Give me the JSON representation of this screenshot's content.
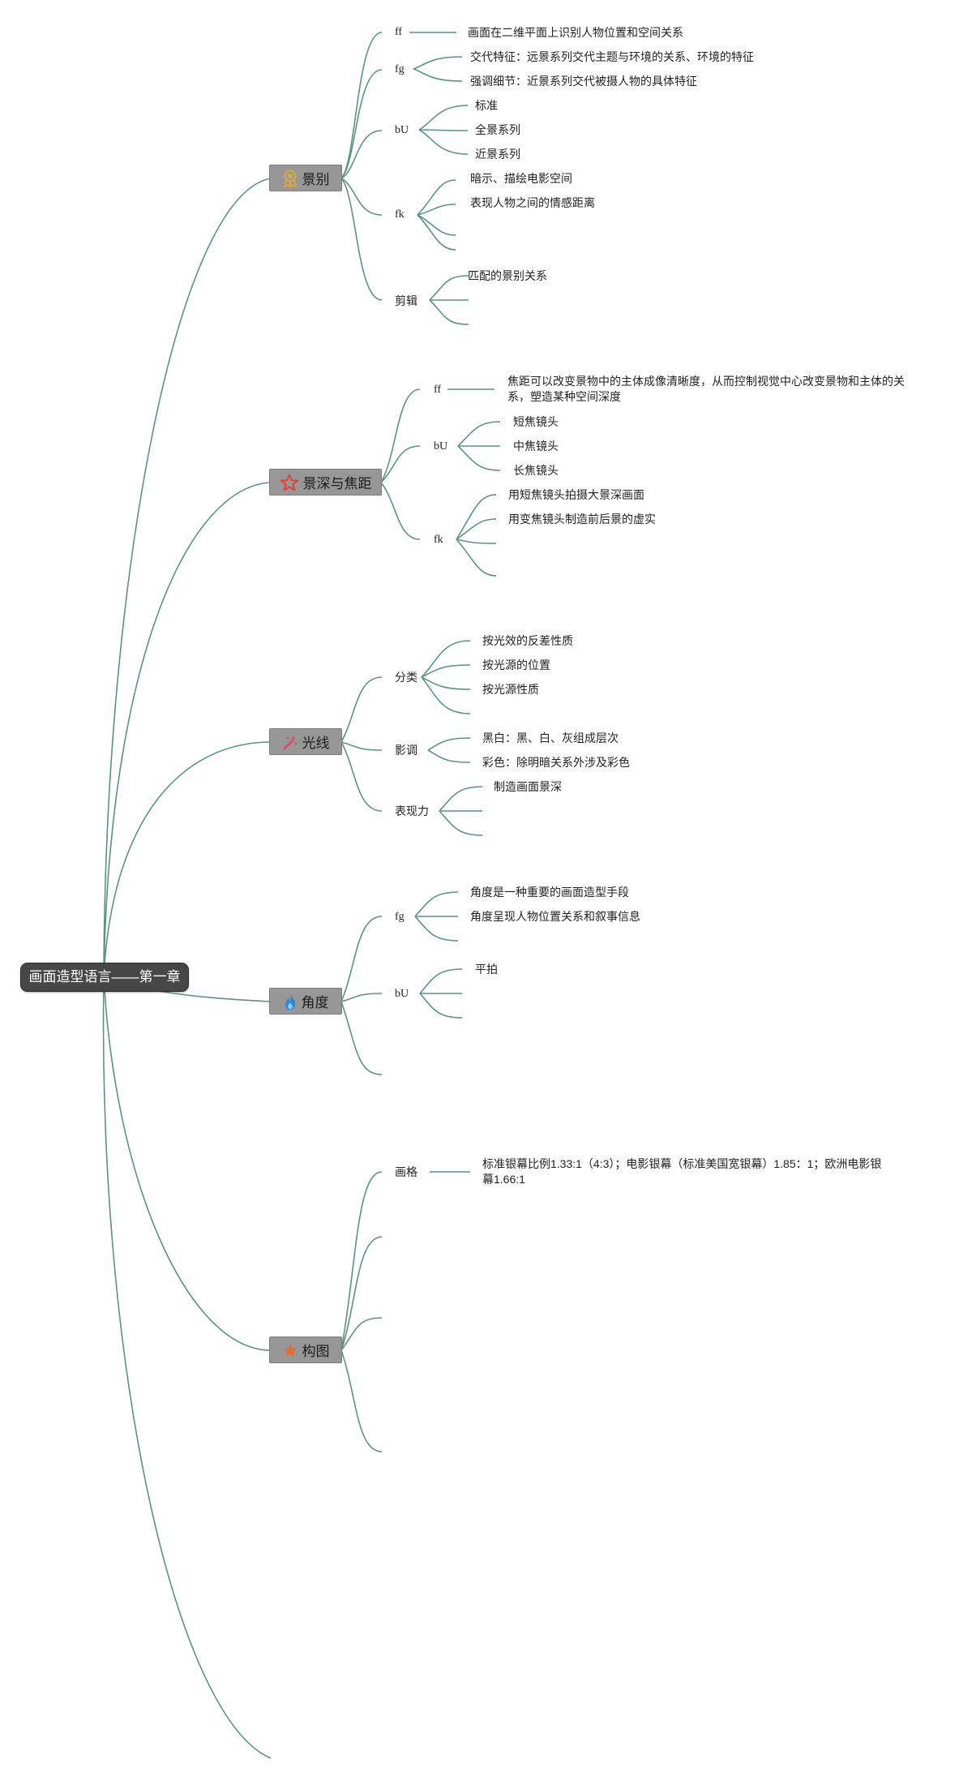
{
  "root": "画面造型语言——第一章",
  "topics": {
    "t1": {
      "label": "景别",
      "icon": "award-badge-icon",
      "icon_color": "#e2a93a"
    },
    "t2": {
      "label": "景深与焦距",
      "icon": "star-outline-icon",
      "icon_color": "#e0403a"
    },
    "t3": {
      "label": "光线",
      "icon": "magic-wand-icon",
      "icon_color": "#e0406e"
    },
    "t4": {
      "label": "角度",
      "icon": "flame-icon",
      "icon_color": "#2a86d8"
    },
    "t5": {
      "label": "构图",
      "icon": "star-filled-icon",
      "icon_color": "#e8692e"
    }
  },
  "t1": {
    "ff": {
      "label": "ff",
      "items": [
        "画面在二维平面上识别人物位置和空间关系"
      ]
    },
    "fg": {
      "label": "fg",
      "items": [
        "交代特征：远景系列交代主题与环境的关系、环境的特征",
        "强调细节：近景系列交代被摄人物的具体特征"
      ]
    },
    "bU": {
      "label": "bU",
      "items": [
        "标准",
        "全景系列",
        "近景系列"
      ]
    },
    "fk": {
      "label": "fk",
      "items": [
        "暗示、描绘电影空间",
        "表现人物之间的情感距离"
      ]
    },
    "edit": {
      "label": "剪辑",
      "items": [
        "匹配的景别关系"
      ]
    }
  },
  "t2": {
    "ff": {
      "label": "ff",
      "items": [
        "焦距可以改变景物中的主体成像清晰度，从而控制视觉中心改变景物和主体的关系，塑造某种空间深度"
      ]
    },
    "bU": {
      "label": "bU",
      "items": [
        "短焦镜头",
        "中焦镜头",
        "长焦镜头"
      ]
    },
    "fk": {
      "label": "fk",
      "items": [
        "用短焦镜头拍摄大景深画面",
        "用变焦镜头制造前后景的虚实"
      ]
    }
  },
  "t3": {
    "cls": {
      "label": "分类",
      "items": [
        "按光效的反差性质",
        "按光源的位置",
        "按光源性质"
      ]
    },
    "tone": {
      "label": "影调",
      "items": [
        "黑白：黑、白、灰组成层次",
        "彩色：除明暗关系外涉及彩色"
      ]
    },
    "expr": {
      "label": "表现力",
      "items": [
        "制造画面景深"
      ]
    }
  },
  "t4": {
    "fg": {
      "label": "fg",
      "items": [
        "角度是一种重要的画面造型手段",
        "角度呈现人物位置关系和叙事信息"
      ]
    },
    "bU": {
      "label": "bU",
      "items": [
        "平拍"
      ]
    }
  },
  "t5": {
    "frame": {
      "label": "画格",
      "items": [
        "标准银幕比例1.33:1（4:3）；电影银幕（标准美国宽银幕）1.85：1；欧洲电影银幕1.66:1"
      ]
    }
  }
}
